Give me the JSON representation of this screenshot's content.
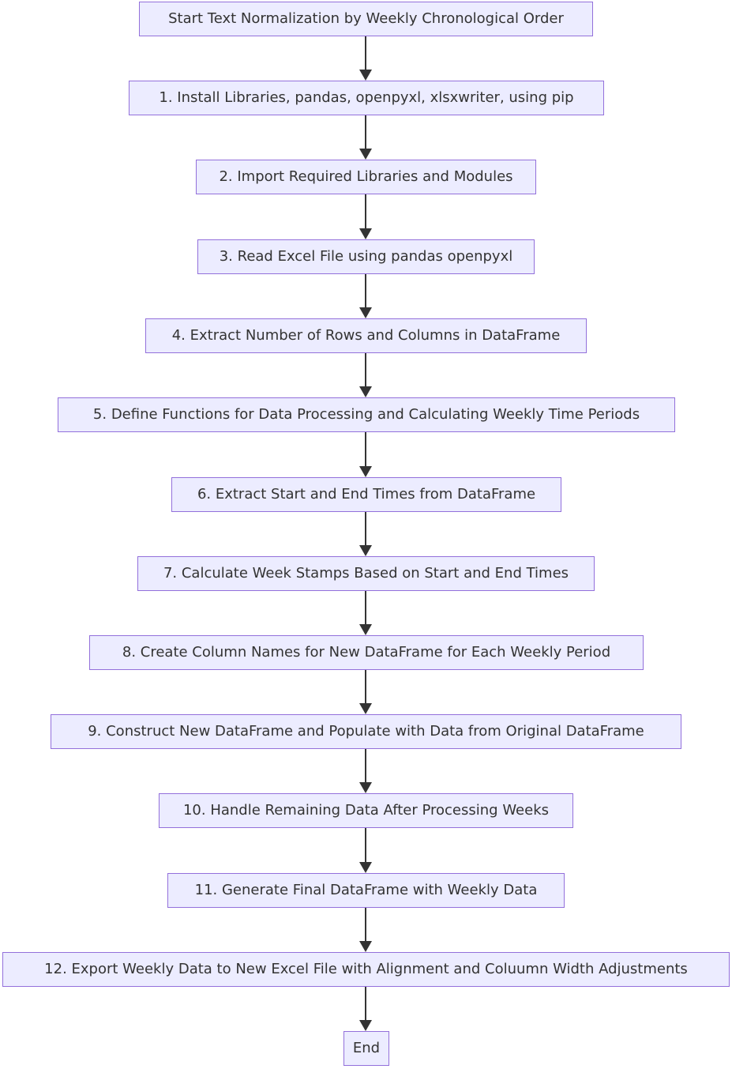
{
  "flowchart": {
    "direction": "top-to-bottom",
    "node_fill": "#ececff",
    "node_border": "#9370db",
    "edge_color": "#333333",
    "text_color": "#333333",
    "nodes": [
      {
        "id": "start",
        "label": "Start Text Normalization by Weekly Chronological Order"
      },
      {
        "id": "step1",
        "label": "1. Install Libraries, pandas, openpyxl, xlsxwriter, using pip"
      },
      {
        "id": "step2",
        "label": "2. Import Required Libraries and Modules"
      },
      {
        "id": "step3",
        "label": "3. Read Excel File using pandas openpyxl"
      },
      {
        "id": "step4",
        "label": "4. Extract Number of Rows and Columns in DataFrame"
      },
      {
        "id": "step5",
        "label": "5. Define Functions for Data Processing and Calculating Weekly Time Periods"
      },
      {
        "id": "step6",
        "label": "6. Extract Start and End Times from DataFrame"
      },
      {
        "id": "step7",
        "label": "7. Calculate Week Stamps Based on Start and End Times"
      },
      {
        "id": "step8",
        "label": "8. Create Column Names for New DataFrame for Each Weekly Period"
      },
      {
        "id": "step9",
        "label": "9. Construct New DataFrame and Populate with Data from Original DataFrame"
      },
      {
        "id": "step10",
        "label": "10. Handle Remaining Data After Processing Weeks"
      },
      {
        "id": "step11",
        "label": "11. Generate Final DataFrame with Weekly Data"
      },
      {
        "id": "step12",
        "label": "12. Export Weekly Data to New Excel File with Alignment and Coluumn Width Adjustments"
      },
      {
        "id": "end",
        "label": "End"
      }
    ],
    "edges": [
      {
        "from": "start",
        "to": "step1"
      },
      {
        "from": "step1",
        "to": "step2"
      },
      {
        "from": "step2",
        "to": "step3"
      },
      {
        "from": "step3",
        "to": "step4"
      },
      {
        "from": "step4",
        "to": "step5"
      },
      {
        "from": "step5",
        "to": "step6"
      },
      {
        "from": "step6",
        "to": "step7"
      },
      {
        "from": "step7",
        "to": "step8"
      },
      {
        "from": "step8",
        "to": "step9"
      },
      {
        "from": "step9",
        "to": "step10"
      },
      {
        "from": "step10",
        "to": "step11"
      },
      {
        "from": "step11",
        "to": "step12"
      },
      {
        "from": "step12",
        "to": "end"
      }
    ]
  }
}
